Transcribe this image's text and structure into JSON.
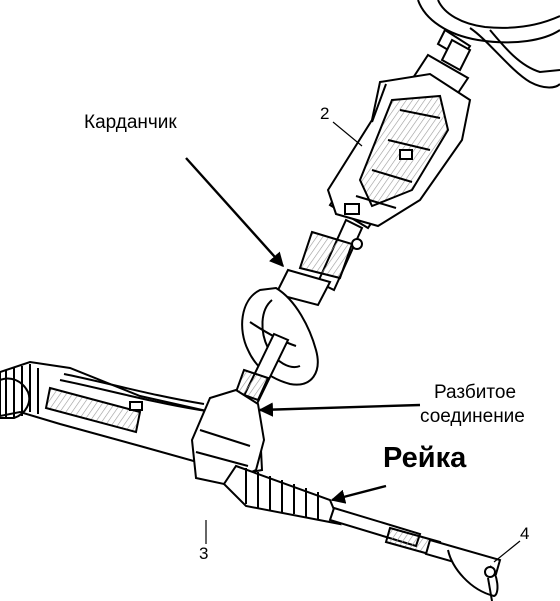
{
  "labels": {
    "cardan": "Карданчик",
    "broken_line1": "Разбитое",
    "broken_line2": "соединение",
    "rack": "Рейка",
    "num2": "2",
    "num3": "3",
    "num4": "4"
  },
  "colors": {
    "ink": "#000000",
    "paper": "#ffffff",
    "hatch": "#9a9a9a"
  }
}
